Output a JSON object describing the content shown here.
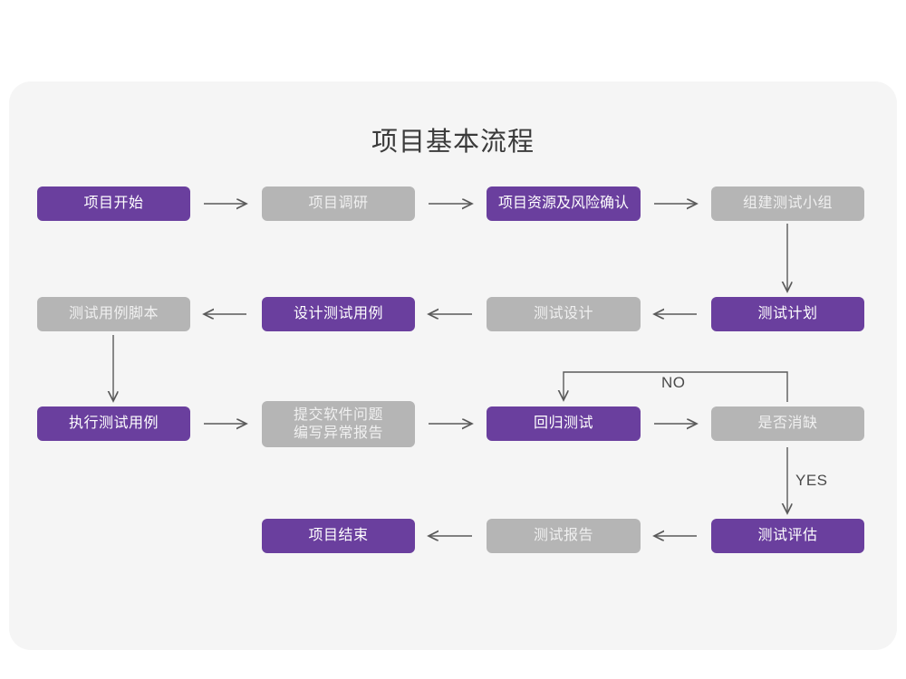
{
  "page": {
    "title": "项目基本流程",
    "background_color": "#ffffff",
    "card_color": "#f5f5f5"
  },
  "theme": {
    "accent_purple": "#6a3f9e",
    "muted_gray": "#b5b5b5",
    "node_text_on_purple": "#ffffff",
    "node_text_on_gray": "#f0f0f0",
    "arrow_color": "#5a5a5a",
    "title_color": "#3b3b3b"
  },
  "chart_data": {
    "type": "diagram",
    "title": "项目基本流程",
    "nodes": [
      {
        "id": "n1",
        "label": "项目开始",
        "style": "purple",
        "row": 1,
        "col": 1
      },
      {
        "id": "n2",
        "label": "项目调研",
        "style": "gray",
        "row": 1,
        "col": 2
      },
      {
        "id": "n3",
        "label": "项目资源及风险确认",
        "style": "purple",
        "row": 1,
        "col": 3
      },
      {
        "id": "n4",
        "label": "组建测试小组",
        "style": "gray",
        "row": 1,
        "col": 4
      },
      {
        "id": "n5",
        "label": "测试用例脚本",
        "style": "gray",
        "row": 2,
        "col": 1
      },
      {
        "id": "n6",
        "label": "设计测试用例",
        "style": "purple",
        "row": 2,
        "col": 2
      },
      {
        "id": "n7",
        "label": "测试设计",
        "style": "gray",
        "row": 2,
        "col": 3
      },
      {
        "id": "n8",
        "label": "测试计划",
        "style": "purple",
        "row": 2,
        "col": 4
      },
      {
        "id": "n9",
        "label": "执行测试用例",
        "style": "purple",
        "row": 3,
        "col": 1
      },
      {
        "id": "n10",
        "label": "提交软件问题\n编写异常报告",
        "style": "gray",
        "row": 3,
        "col": 2
      },
      {
        "id": "n11",
        "label": "回归测试",
        "style": "purple",
        "row": 3,
        "col": 3
      },
      {
        "id": "n12",
        "label": "是否消缺",
        "style": "gray",
        "row": 3,
        "col": 4
      },
      {
        "id": "n13",
        "label": "项目结束",
        "style": "purple",
        "row": 4,
        "col": 2
      },
      {
        "id": "n14",
        "label": "测试报告",
        "style": "gray",
        "row": 4,
        "col": 3
      },
      {
        "id": "n15",
        "label": "测试评估",
        "style": "purple",
        "row": 4,
        "col": 4
      }
    ],
    "edges": [
      {
        "from": "n1",
        "to": "n2",
        "label": "",
        "direction": "right"
      },
      {
        "from": "n2",
        "to": "n3",
        "label": "",
        "direction": "right"
      },
      {
        "from": "n3",
        "to": "n4",
        "label": "",
        "direction": "right"
      },
      {
        "from": "n4",
        "to": "n8",
        "label": "",
        "direction": "down"
      },
      {
        "from": "n8",
        "to": "n7",
        "label": "",
        "direction": "left"
      },
      {
        "from": "n7",
        "to": "n6",
        "label": "",
        "direction": "left"
      },
      {
        "from": "n6",
        "to": "n5",
        "label": "",
        "direction": "left"
      },
      {
        "from": "n5",
        "to": "n9",
        "label": "",
        "direction": "down"
      },
      {
        "from": "n9",
        "to": "n10",
        "label": "",
        "direction": "right"
      },
      {
        "from": "n10",
        "to": "n11",
        "label": "",
        "direction": "right"
      },
      {
        "from": "n11",
        "to": "n12",
        "label": "",
        "direction": "right"
      },
      {
        "from": "n12",
        "to": "n11",
        "label": "NO",
        "direction": "loop-up-left"
      },
      {
        "from": "n12",
        "to": "n15",
        "label": "YES",
        "direction": "down"
      },
      {
        "from": "n15",
        "to": "n14",
        "label": "",
        "direction": "left"
      },
      {
        "from": "n14",
        "to": "n13",
        "label": "",
        "direction": "left"
      }
    ],
    "edge_labels": {
      "no": "NO",
      "yes": "YES"
    }
  }
}
